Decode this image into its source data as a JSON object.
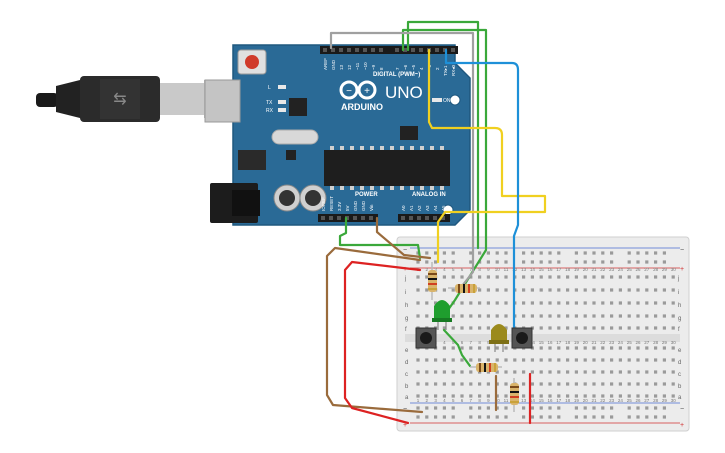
{
  "board": {
    "brand": "ARDUINO",
    "model": "UNO",
    "digital_header": "DIGITAL (PWM~)",
    "power_header": "POWER",
    "analog_header": "ANALOG IN",
    "led_on": "ON",
    "led_l": "L",
    "led_tx": "TX",
    "led_rx": "RX",
    "digital_pins": [
      "AREF",
      "GND",
      "13",
      "12",
      "~11",
      "~10",
      "~9",
      "8",
      "7",
      "~6",
      "~5",
      "4",
      "~3",
      "2",
      "TX▸1",
      "RX◂0"
    ],
    "power_pins": [
      "IOREF",
      "RESET",
      "3.3V",
      "5V",
      "GND",
      "GND",
      "Vin"
    ],
    "analog_pins": [
      "A0",
      "A1",
      "A2",
      "A3",
      "A4",
      "A5"
    ]
  },
  "breadboard": {
    "row_letters_top": [
      "j",
      "i",
      "h",
      "g",
      "f"
    ],
    "row_letters_bottom": [
      "e",
      "d",
      "c",
      "b",
      "a"
    ],
    "column_count": 30,
    "rail_plus": "+",
    "rail_minus": "−"
  },
  "components": {
    "led_green_color": "#1f9e2e",
    "led_yellow_color": "#9b8a1c"
  },
  "colors": {
    "board": "#2a6a96",
    "breadboard": "#ececec",
    "wire_green": "#3aa83a",
    "wire_gray": "#a0a0a0",
    "wire_yellow": "#f0d020",
    "wire_blue": "#1e90d8",
    "wire_brown": "#9a6b3c",
    "wire_red": "#dd2222"
  }
}
